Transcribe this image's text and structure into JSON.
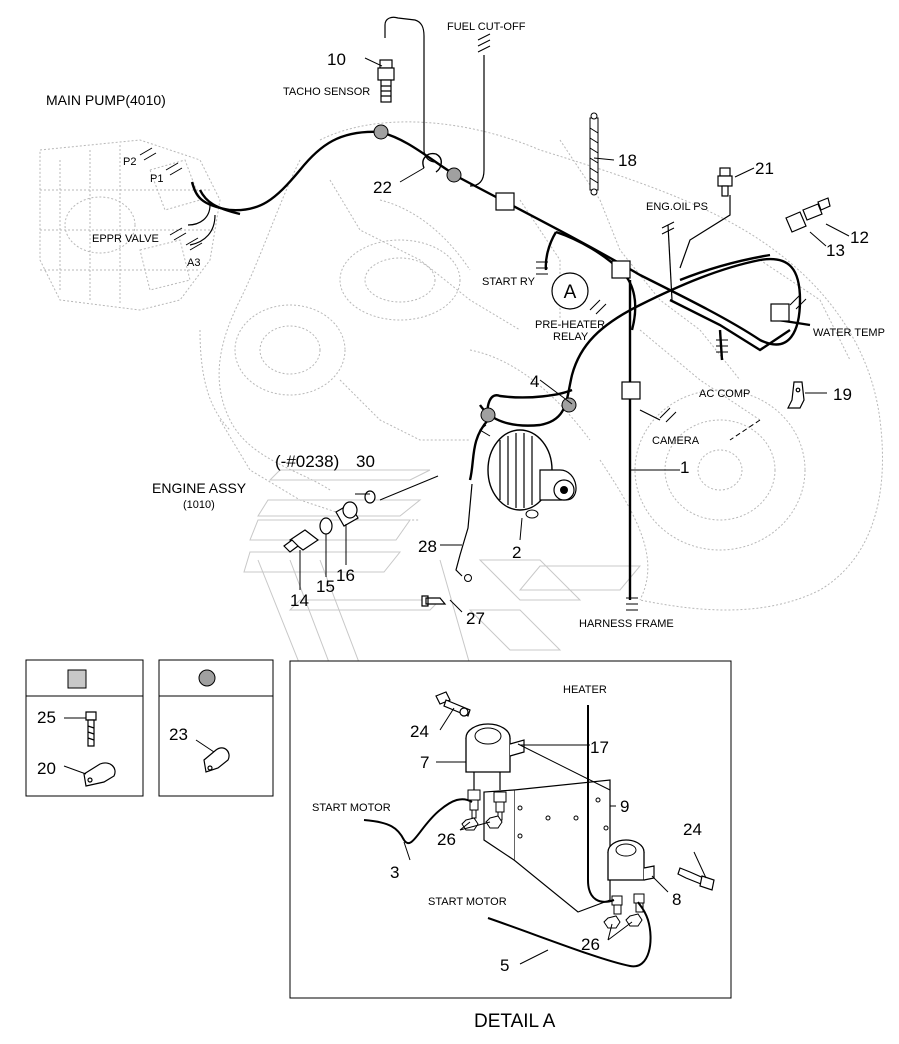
{
  "labels": {
    "main_pump": "MAIN PUMP(4010)",
    "engine_assy": "ENGINE ASSY",
    "engine_assy_code": "(1010)",
    "serial_note": "(-#0238)",
    "tacho_sensor": "TACHO SENSOR",
    "fuel_cut_off": "FUEL CUT-OFF",
    "p2": "P2",
    "p1": "P1",
    "eppr_valve": "EPPR VALVE",
    "a3": "A3",
    "start_ry": "START RY",
    "pre_heater": "PRE-HEATER",
    "relay": "RELAY",
    "eng_oil_ps": "ENG.OIL PS",
    "water_temp": "WATER TEMP",
    "ac_comp": "AC COMP",
    "camera": "CAMERA",
    "harness_frame": "HARNESS FRAME",
    "heater": "HEATER",
    "start_motor_1": "START MOTOR",
    "start_motor_2": "START MOTOR",
    "detail_a": "DETAIL A",
    "detail_marker": "A"
  },
  "callouts": {
    "c1": "1",
    "c2": "2",
    "c3": "3",
    "c4": "4",
    "c5": "5",
    "c7": "7",
    "c8": "8",
    "c9": "9",
    "c10": "10",
    "c12": "12",
    "c13": "13",
    "c14": "14",
    "c15": "15",
    "c16": "16",
    "c17": "17",
    "c18": "18",
    "c19": "19",
    "c20": "20",
    "c21": "21",
    "c22": "22",
    "c23": "23",
    "c24a": "24",
    "c24b": "24",
    "c25": "25",
    "c26a": "26",
    "c26b": "26",
    "c27": "27",
    "c28": "28",
    "c30": "30"
  },
  "colors": {
    "clip_square": "#c8c8c8",
    "clip_circle": "#a0a0a0",
    "ghost_lines": "#b8b8b8"
  }
}
